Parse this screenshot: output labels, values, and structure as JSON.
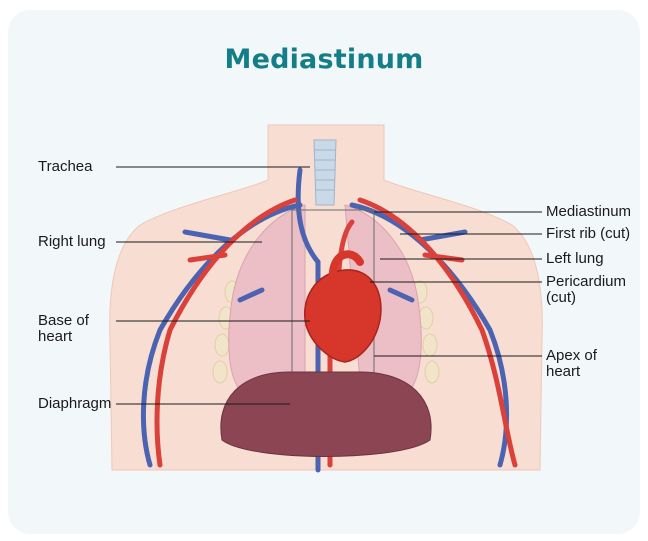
{
  "title": "Mediastinum",
  "labels": {
    "trachea": "Trachea",
    "right_lung": "Right lung",
    "base_of_heart": "Base of\nheart",
    "diaphragm": "Diaphragm",
    "mediastinum": "Mediastinum",
    "first_rib": "First rib (cut)",
    "left_lung": "Left lung",
    "pericardium": "Pericardium\n(cut)",
    "apex_of_heart": "Apex of\nheart"
  },
  "colors": {
    "title": "#137d88",
    "card": "#f2f7fa",
    "skin": "#f7ddd2",
    "lung": "#ecbfc7",
    "heart": "#d7372b",
    "artery": "#d9413a",
    "vein": "#4b63b0",
    "diaphragm": "#8c4552",
    "trachea": "#c9d9e8"
  }
}
